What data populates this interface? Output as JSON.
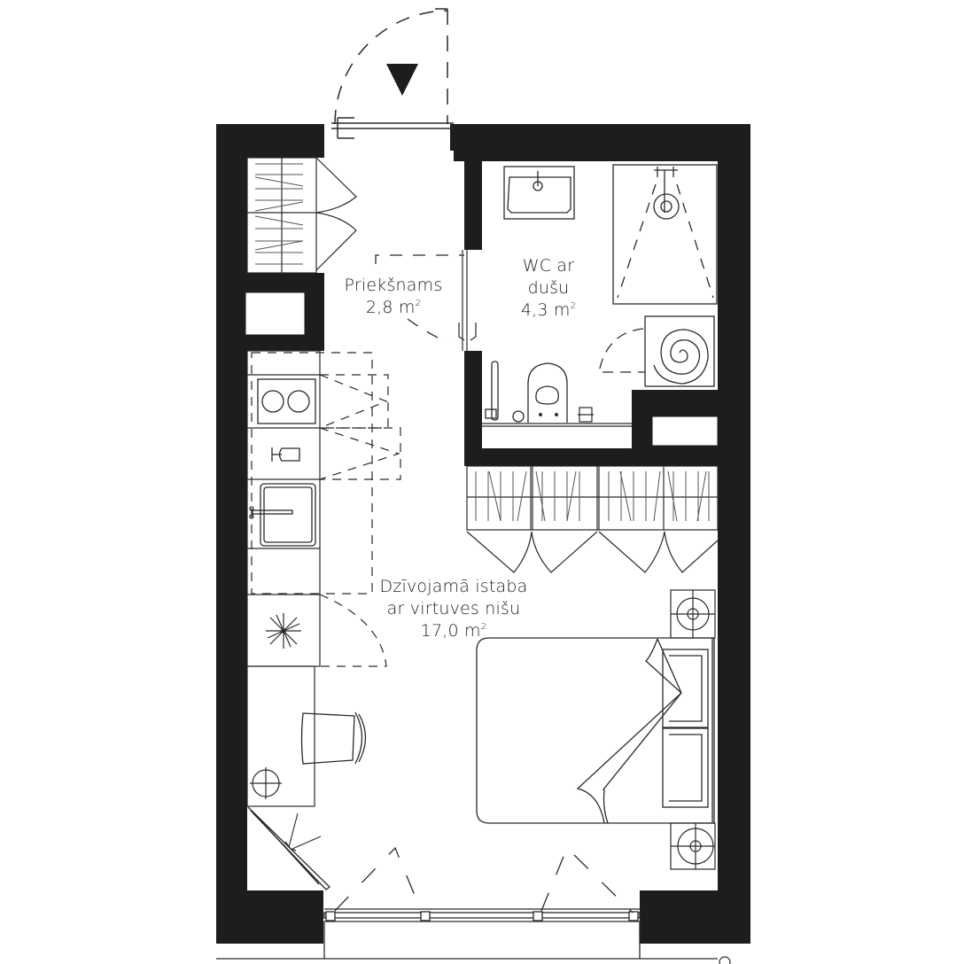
{
  "plan": {
    "type": "apartment-floor-plan",
    "wall_color": "#1e1c1c",
    "line_color": "#2a2a2a",
    "background": "#ffffff",
    "entrance_marker": "entrance-arrow-down"
  },
  "rooms": [
    {
      "id": "hallway",
      "name": "Priekšnams",
      "area_value": "2,8",
      "area_unit": "m",
      "area_exp": "2"
    },
    {
      "id": "bathroom",
      "name_line1": "WC ar",
      "name_line2": "dušu",
      "area_value": "4,3",
      "area_unit": "m",
      "area_exp": "2"
    },
    {
      "id": "living-room",
      "name_line1": "Dzīvojamā istaba",
      "name_line2": "ar virtuves nišu",
      "area_value": "17,0",
      "area_unit": "m",
      "area_exp": "2"
    }
  ],
  "fixtures": {
    "hallway": [
      "wardrobe",
      "wardrobe",
      "coat-hooks"
    ],
    "bathroom": [
      "washbasin",
      "shower",
      "towel-radiator",
      "toilet",
      "grab-bar",
      "toilet-paper-holder"
    ],
    "kitchen": [
      "hob-2-burner",
      "oven",
      "sink",
      "fridge",
      "dishwasher",
      "fan-extractor"
    ],
    "living": [
      "desk",
      "chair",
      "lamp",
      "double-bed",
      "nightstand",
      "nightstand",
      "wardrobe-4-door",
      "window",
      "balcony-door"
    ]
  }
}
